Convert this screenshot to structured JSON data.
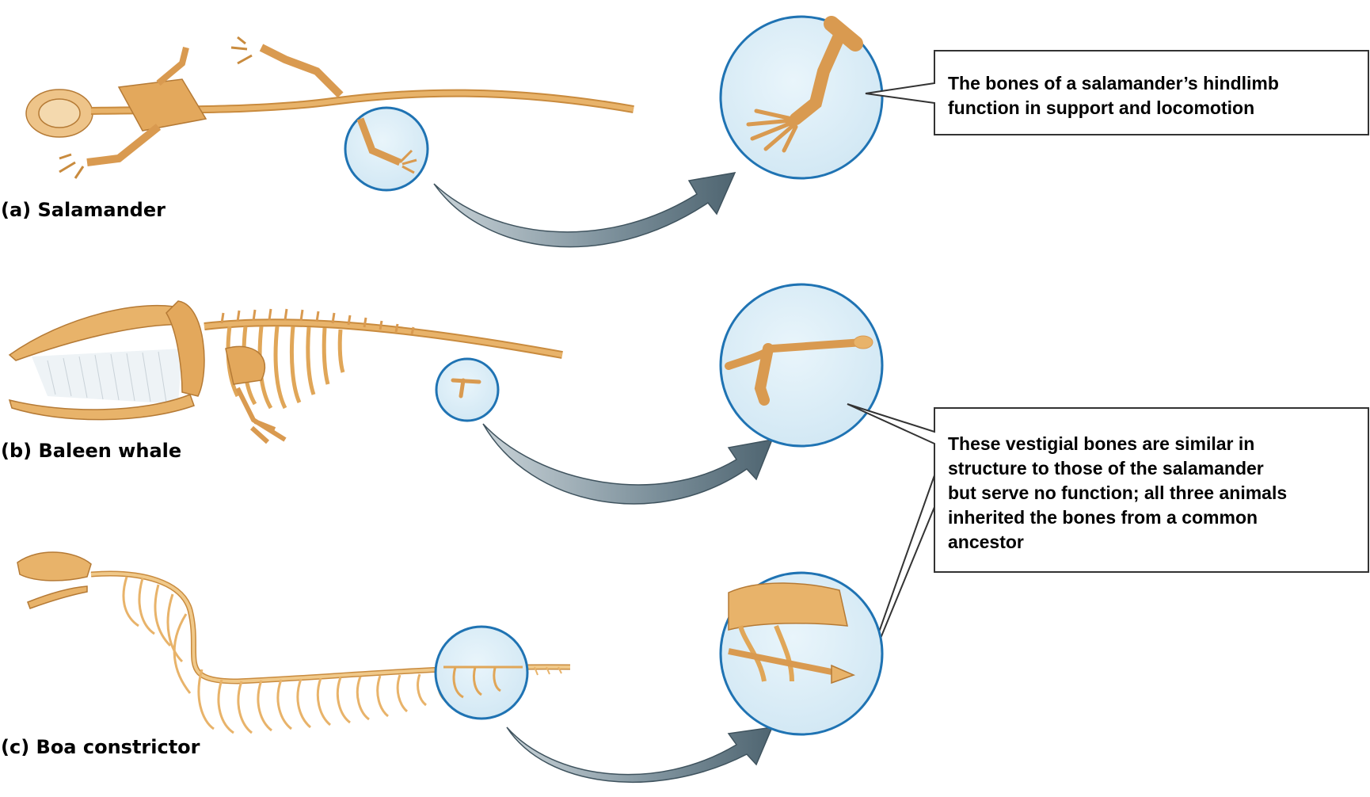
{
  "figure": {
    "labels": {
      "salamander": "(a) Salamander",
      "whale": "(b) Baleen whale",
      "boa": "(c) Boa constrictor"
    },
    "callouts": {
      "hindlimb": {
        "line1": "The bones of a salamander’s hindlimb",
        "line2": "function in support and locomotion"
      },
      "vestigial": {
        "line1": "These vestigial bones are similar in",
        "line2": "structure to those of the salamander",
        "line3": "but serve no function; all three animals",
        "line4": "inherited the bones from a common",
        "line5": "ancestor"
      }
    },
    "colors": {
      "bone": "#e8b36a",
      "bone_shadow": "#c98b3e",
      "magnifier_fill": "#d6ecf7",
      "magnifier_stroke": "#1f73b3",
      "arrow": "#5f7784"
    }
  }
}
